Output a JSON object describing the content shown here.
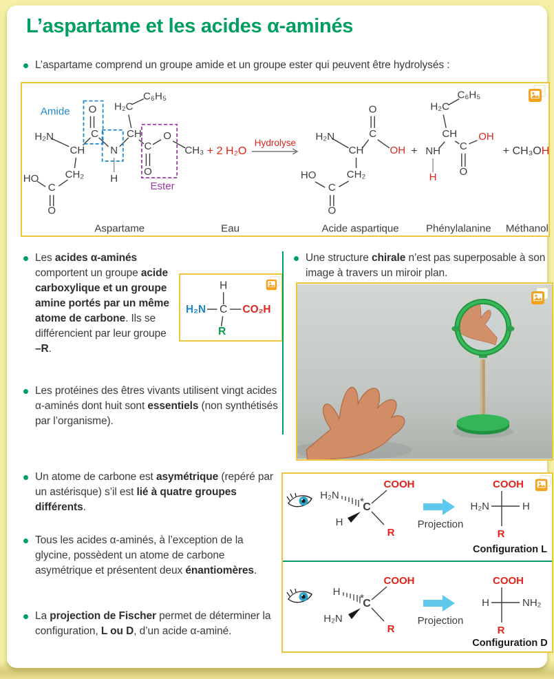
{
  "page": {
    "title": "L’aspartame et les acides α-aminés"
  },
  "intro": {
    "runs": [
      {
        "t": "L’aspartame comprend un groupe amide et un groupe ester qui peuvent être hydrolysés :"
      }
    ]
  },
  "atoms": {
    "h2n": "H₂N",
    "ch": "CH",
    "c": "C",
    "o": "O",
    "n": "N",
    "h": "H",
    "h2c": "H₂C",
    "c6h5": "C₆H₅",
    "ch3": "CH₃",
    "ho": "HO",
    "oh": "OH",
    "ch2": "CH₂",
    "nh": "NH",
    "cooh": "COOH",
    "co2h": "CO₂H",
    "r": "R",
    "nh2": "NH₂",
    "star": "*",
    "plus": "+"
  },
  "fig1": {
    "amide_label": "Amide",
    "ester_label": "Ester",
    "hydrolyse_label": "Hydrolyse",
    "water": "+ 2 H₂O",
    "methanol_prefix": "+ CH₃O",
    "methanol_suffix": "H",
    "captions": {
      "aspartame": "Aspartame",
      "eau": "Eau",
      "acide_aspartique": "Acide aspartique",
      "phenylalanine": "Phénylalanine",
      "methanol": "Méthanol"
    }
  },
  "col_left": {
    "p1": {
      "runs": [
        {
          "t": "Les "
        },
        {
          "t": "acides α-aminés",
          "b": true
        },
        {
          "t": " comportent un groupe "
        },
        {
          "t": "acide carboxylique et un groupe amine portés par un même atome de carbone",
          "b": true
        },
        {
          "t": ". Ils se différencient par leur groupe "
        },
        {
          "t": "–R",
          "b": true
        },
        {
          "t": "."
        }
      ]
    },
    "p2": {
      "runs": [
        {
          "t": "Les protéines des êtres vivants utilisent vingt acides α-aminés dont huit sont "
        },
        {
          "t": "essentiels",
          "b": true
        },
        {
          "t": " (non synthétisés par l’organisme)."
        }
      ]
    }
  },
  "col_right": {
    "p3": {
      "runs": [
        {
          "t": "Une structure "
        },
        {
          "t": "chirale",
          "b": true
        },
        {
          "t": " n’est pas superposable à son image à travers un miroir plan."
        }
      ]
    }
  },
  "bottom": {
    "p4": {
      "runs": [
        {
          "t": "Un atome de carbone est "
        },
        {
          "t": "asymétrique",
          "b": true
        },
        {
          "t": " (repéré par un astérisque) s’il est "
        },
        {
          "t": "lié à quatre groupes différents",
          "b": true
        },
        {
          "t": "."
        }
      ]
    },
    "p5": {
      "runs": [
        {
          "t": "Tous les acides α-aminés, à l’exception de la glycine, possèdent un atome de carbone asymétrique et présentent deux "
        },
        {
          "t": "énantiomères",
          "b": true
        },
        {
          "t": "."
        }
      ]
    },
    "p6": {
      "runs": [
        {
          "t": "La "
        },
        {
          "t": "projection de Fischer",
          "b": true
        },
        {
          "t": " permet de déterminer la configuration, "
        },
        {
          "t": "L ou D",
          "b": true
        },
        {
          "t": ", d’un acide α-aminé."
        }
      ]
    }
  },
  "fischer": {
    "projection": "Projection",
    "config_l": "Configuration L",
    "config_d": "Configuration D"
  },
  "icons": {
    "media": "media-icon",
    "eye": "eye-icon"
  },
  "colors": {
    "title_green": "#009e60",
    "gold_border": "#eec73f",
    "amide_blue": "#1e86c6",
    "ester_purple": "#9d36a6",
    "red": "#e2231a",
    "r_green": "#009e49",
    "arrow_blue": "#5ec9ec",
    "icon_orange": "#f5a11d"
  }
}
